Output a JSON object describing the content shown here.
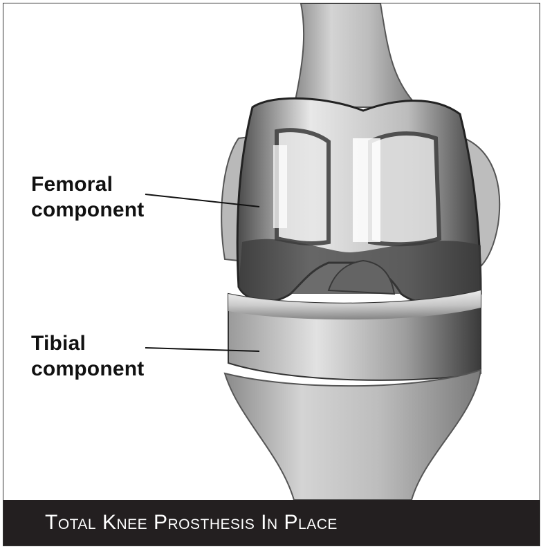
{
  "labels": {
    "femoral_line1": "Femoral",
    "femoral_line2": "component",
    "tibial_line1": "Tibial",
    "tibial_line2": "component"
  },
  "caption": "Total Knee Prosthesis In Place",
  "colors": {
    "caption_background": "#231f20",
    "caption_text": "#ffffff",
    "bone": "#c9c9c9",
    "component_dark": "#3a3a3a"
  }
}
